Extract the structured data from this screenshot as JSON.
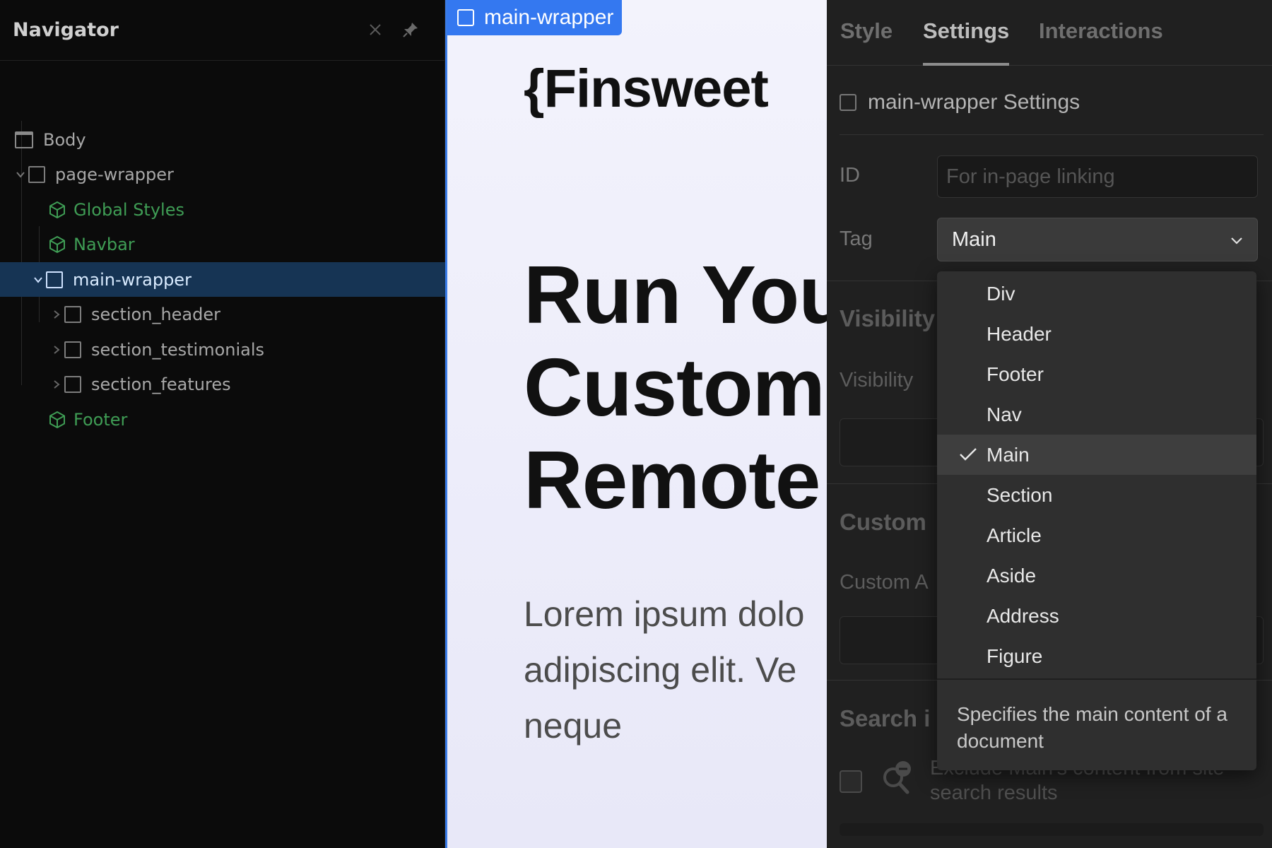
{
  "navigator": {
    "title": "Navigator",
    "close_icon": "close-icon",
    "pin_icon": "pin-icon",
    "items": [
      {
        "label": "Body",
        "type": "body",
        "icon": "body-icon"
      },
      {
        "label": "page-wrapper",
        "type": "element",
        "expanded": true,
        "icon": "box-icon"
      },
      {
        "label": "Global Styles",
        "type": "component",
        "icon": "component-icon"
      },
      {
        "label": "Navbar",
        "type": "component",
        "icon": "component-icon"
      },
      {
        "label": "main-wrapper",
        "type": "element",
        "expanded": true,
        "selected": true,
        "icon": "box-icon"
      },
      {
        "label": "section_header",
        "type": "element",
        "expanded": false,
        "icon": "box-icon"
      },
      {
        "label": "section_testimonials",
        "type": "element",
        "expanded": false,
        "icon": "box-icon"
      },
      {
        "label": "section_features",
        "type": "element",
        "expanded": false,
        "icon": "box-icon"
      },
      {
        "label": "Footer",
        "type": "component",
        "icon": "component-icon"
      }
    ]
  },
  "canvas": {
    "selection_badge": "main-wrapper",
    "brand": "{Finsweet",
    "hero_lines": [
      "Run You",
      "Custom",
      "Remote"
    ],
    "paragraph_lines": [
      "Lorem ipsum dolo",
      "adipiscing elit. Ve",
      "neque"
    ]
  },
  "panel": {
    "tabs": [
      {
        "label": "Style",
        "active": false
      },
      {
        "label": "Settings",
        "active": true
      },
      {
        "label": "Interactions",
        "active": false
      }
    ],
    "settings_title": "main-wrapper Settings",
    "id_label": "ID",
    "id_placeholder": "For in-page linking",
    "tag_label": "Tag",
    "tag_value": "Main",
    "visibility_heading": "Visibility",
    "visibility_label": "Visibility",
    "custom_heading": "Custom",
    "custom_label": "Custom A",
    "search_heading": "Search i",
    "exclude_text": "Exclude Main's content from site search results"
  },
  "dropdown": {
    "options": [
      "Div",
      "Header",
      "Footer",
      "Nav",
      "Main",
      "Section",
      "Article",
      "Aside",
      "Address",
      "Figure"
    ],
    "selected": "Main",
    "description": "Specifies the main content of a document"
  },
  "colors": {
    "selection_blue": "#3478f0",
    "component_green": "#3f9d55",
    "selected_row": "#163454",
    "panel_bg": "#202020"
  }
}
